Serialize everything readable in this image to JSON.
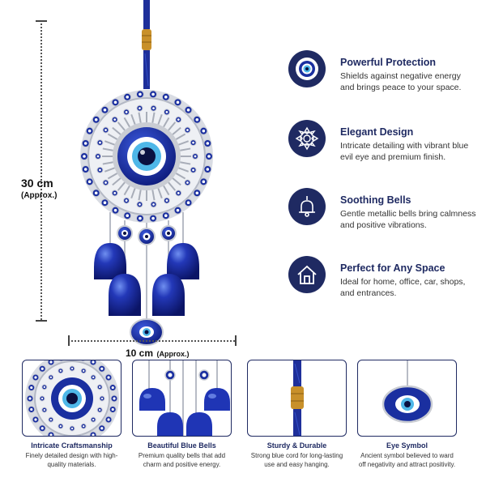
{
  "dimensions": {
    "height_main": "30 cm",
    "height_sub": "(Approx.)",
    "width_main": "10 cm",
    "width_sub": "(Approx.)"
  },
  "features": [
    {
      "icon": "evil-eye-icon",
      "title": "Powerful Protection",
      "description": "Shields against negative energy and brings peace to your space."
    },
    {
      "icon": "mandala-icon",
      "title": "Elegant Design",
      "description": "Intricate detailing with vibrant blue evil eye and premium finish."
    },
    {
      "icon": "bell-icon",
      "title": "Soothing Bells",
      "description": "Gentle metallic bells bring calmness and positive vibrations."
    },
    {
      "icon": "house-icon",
      "title": "Perfect for Any Space",
      "description": "Ideal for home, office, car, shops, and entrances."
    }
  ],
  "cards": [
    {
      "title": "Intricate Craftsmanship",
      "description": "Finely detailed design with high-quality materials."
    },
    {
      "title": "Beautiful Blue Bells",
      "description": "Premium quality bells that add charm and positive energy."
    },
    {
      "title": "Sturdy & Durable",
      "description": "Strong blue cord for long-lasting use and easy hanging."
    },
    {
      "title": "Eye Symbol",
      "description": "Ancient symbol believed to ward off negativity and attract positivity."
    }
  ],
  "colors": {
    "navy": "#1f2a62",
    "cobalt": "#1a2fa0",
    "gold": "#c8902a",
    "silver": "#c9ccd3"
  }
}
